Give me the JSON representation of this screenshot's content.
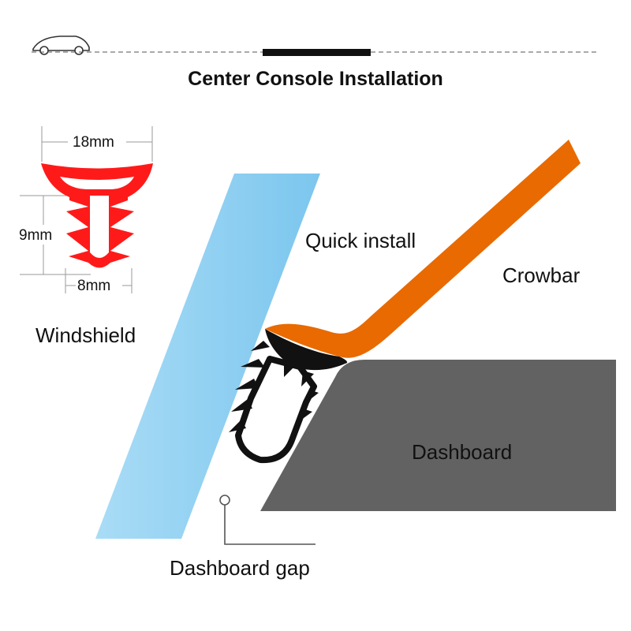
{
  "header": {
    "title": "Center Console Installation",
    "logo_icon": "car-outline-icon"
  },
  "profile_dimensions": {
    "width_top": "18mm",
    "height": "9mm",
    "width_bottom": "8mm"
  },
  "labels": {
    "windshield": "Windshield",
    "quick_install": "Quick install",
    "crowbar": "Crowbar",
    "dashboard": "Dashboard",
    "dashboard_gap": "Dashboard gap"
  },
  "colors": {
    "seal_profile": "#ff1a1a",
    "windshield": "#8fd0f2",
    "crowbar": "#e86a00",
    "dashboard": "#626262",
    "seal_installed": "#111111"
  }
}
